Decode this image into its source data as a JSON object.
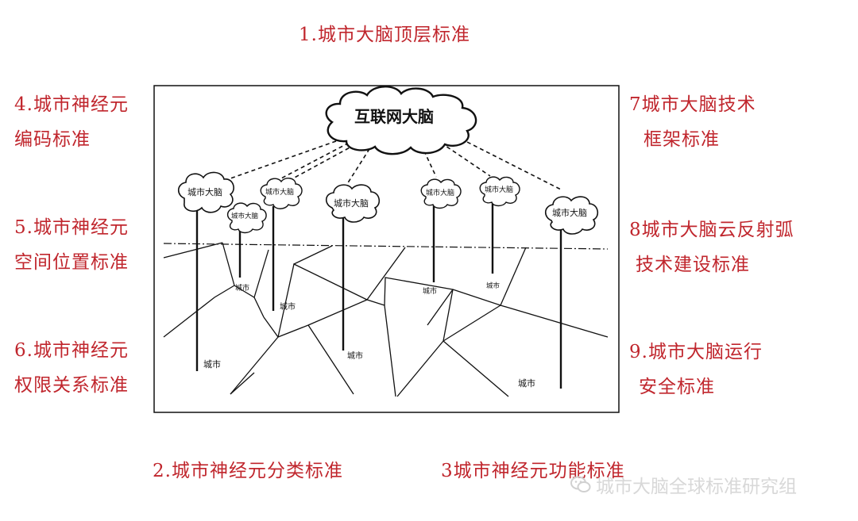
{
  "standards": {
    "s1": "1.城市大脑顶层标准",
    "s2": "2.城市神经元分类标准",
    "s3": "3城市神经元功能标准",
    "s4": [
      "4.城市神经元",
      "编码标准"
    ],
    "s5": [
      "5.城市神经元",
      "空间位置标准"
    ],
    "s6": [
      "6.城市神经元",
      "权限关系标准"
    ],
    "s7": [
      "7城市大脑技术",
      "框架标准"
    ],
    "s8": [
      "8城市大脑云反射弧",
      "技术建设标准"
    ],
    "s9": [
      "9.城市大脑运行",
      "安全标准"
    ]
  },
  "diagram": {
    "internet_brain": "互联网大脑",
    "city_brain": "城市大脑",
    "city": "城市"
  },
  "watermark": "城市大脑全球标准研究组",
  "colors": {
    "standard_text": "#c0262d",
    "line": "#111111",
    "watermark": "#d8d8d8"
  }
}
